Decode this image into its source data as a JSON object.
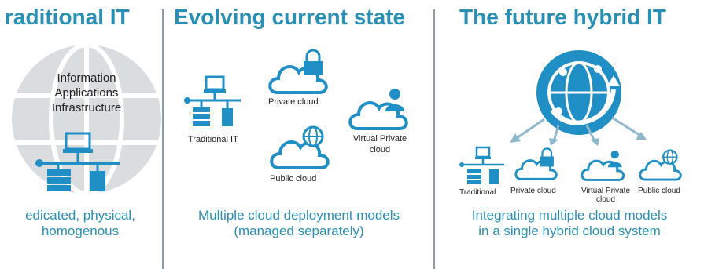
{
  "headings": {
    "traditional": "raditional IT",
    "evolving": "Evolving current state",
    "future": "The future hybrid IT"
  },
  "traditional": {
    "stack": [
      "Information",
      "Applications",
      "Infrastructure"
    ],
    "caption_line1": "edicated, physical,",
    "caption_line2": "homogenous"
  },
  "evolving": {
    "traditional_label": "Traditional IT",
    "private_label": "Private cloud",
    "public_label": "Public cloud",
    "virtual_label_line1": "Virtual Private",
    "virtual_label_line2": "cloud",
    "caption_line1": "Multiple cloud deployment models",
    "caption_line2": "(managed separately)"
  },
  "future": {
    "traditional_label": "Traditional",
    "private_label": "Private cloud",
    "virtual_label_line1": "Virtual Private",
    "virtual_label_line2": "cloud",
    "public_label": "Public cloud",
    "caption_line1": "Integrating multiple cloud models",
    "caption_line2": "in a single hybrid cloud system"
  },
  "colors": {
    "accent": "#2a8fb4",
    "icon": "#1f8fc6",
    "divider": "#8c9aa3",
    "arrow": "#8fb8cc",
    "globe": "#d9dde0"
  },
  "icons": {
    "server": "server-network-icon",
    "cloud": "cloud-icon",
    "lock": "lock-icon",
    "globe": "globe-icon",
    "user": "user-icon",
    "hybrid": "hybrid-globe-icon"
  }
}
